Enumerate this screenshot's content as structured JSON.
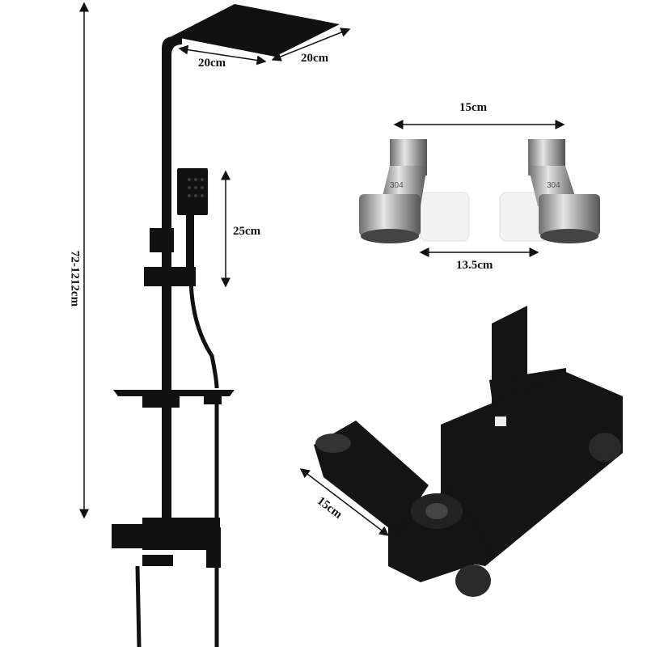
{
  "colors": {
    "product": "#111111",
    "chrome": "#9a9a9a",
    "arrow": "#111111",
    "background": "#ffffff"
  },
  "dimensions": {
    "total_height": "72-1212cm",
    "head_width": "20cm",
    "head_depth": "20cm",
    "hand_shower": "25cm",
    "adapter_outer": "15cm",
    "adapter_inner": "13.5cm",
    "spout": "15cm"
  },
  "adapter_marking": [
    "304",
    "304"
  ]
}
